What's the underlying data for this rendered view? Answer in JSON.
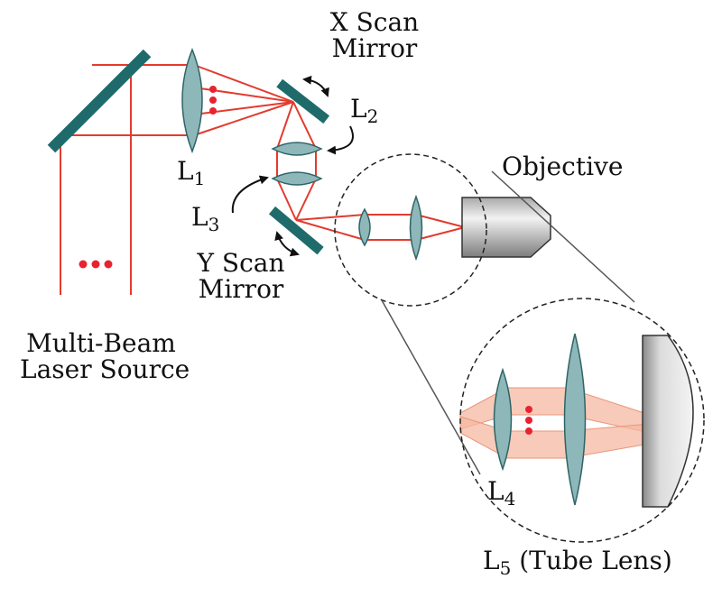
{
  "labels": {
    "x_scan_mirror": [
      "X Scan",
      "Mirror"
    ],
    "y_scan_mirror": [
      "Y Scan",
      "Mirror"
    ],
    "l1": {
      "main": "L",
      "sub": "1"
    },
    "l2": {
      "main": "L",
      "sub": "2"
    },
    "l3": {
      "main": "L",
      "sub": "3"
    },
    "l4": {
      "main": "L",
      "sub": "4"
    },
    "l5": {
      "main": "L",
      "sub": "5",
      "suffix": "(Tube Lens)"
    },
    "objective": "Objective",
    "source": [
      "Multi-Beam",
      "Laser Source"
    ]
  },
  "colors": {
    "beam": "#e23b2e",
    "lens_fill": "#8db7b8",
    "lens_stroke": "#2f6466",
    "mirror": "#1f6b6b",
    "beam_fill": "#f5b8a2",
    "dots": "#e8232f",
    "outline": "#222222"
  },
  "icons": {
    "x_mirror_rotation": "curved-double-arrow-icon",
    "y_mirror_rotation": "curved-double-arrow-icon",
    "l2_pointer": "curved-arrow-icon",
    "l3_pointer": "curved-arrow-icon"
  }
}
